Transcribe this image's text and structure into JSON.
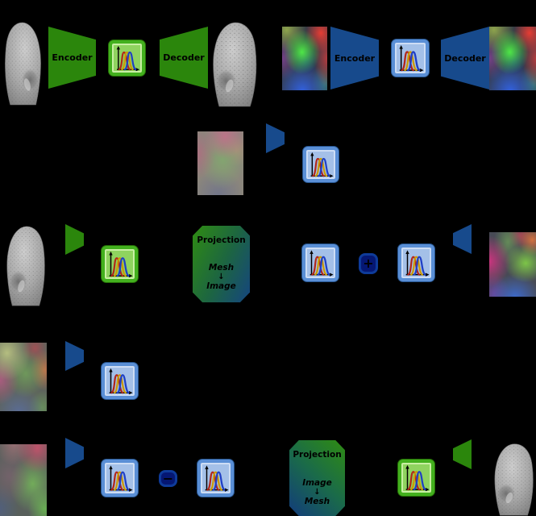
{
  "figure": {
    "background": "#000000"
  },
  "palette": {
    "mesh_modality_green": "#2b860c",
    "image_modality_blue": "#174a8c",
    "green_box_border": "#43b01e",
    "green_box_fill": "#8fd35f",
    "blue_box_border": "#5a8fd6",
    "blue_box_fill": "#a4c0e8",
    "operator_badge_fill": "#051773",
    "operator_badge_border": "#0e3b9a",
    "curve_red": "#b3261a",
    "curve_gold": "#cc9a06",
    "curve_blue": "#1f3fc4"
  },
  "mesh_vae": {
    "encoder_label": "Encoder",
    "decoder_label": "Decoder"
  },
  "image_vae": {
    "encoder_label": "Encoder",
    "decoder_label": "Decoder"
  },
  "projection_mesh_to_image": {
    "title": "Projection",
    "source": "Mesh",
    "arrow": "↓",
    "target": "Image"
  },
  "projection_image_to_mesh": {
    "title": "Projection",
    "source": "Image",
    "arrow": "↓",
    "target": "Mesh"
  },
  "operators": {
    "plus": "+",
    "minus": "−"
  },
  "icons": {
    "distribution": "gaussian-distribution-icon",
    "mesh_thumbnail": "ear-mesh-thumbnail",
    "image_thumbnail": "color-field-image-thumbnail",
    "encoder_funnel": "right-pointing-funnel",
    "decoder_funnel": "left-pointing-funnel"
  }
}
